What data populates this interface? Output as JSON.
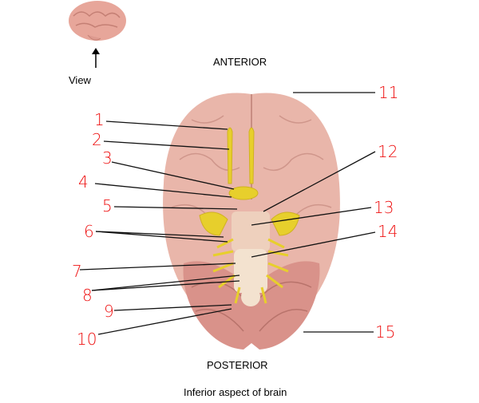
{
  "orientation": {
    "top": "ANTERIOR",
    "bottom": "POSTERIOR"
  },
  "view_label": "View",
  "caption": "Inferior aspect of brain",
  "labels": [
    "1",
    "2",
    "3",
    "4",
    "5",
    "6",
    "7",
    "8",
    "9",
    "10",
    "11",
    "12",
    "13",
    "14",
    "15"
  ],
  "colors": {
    "label": "#ee1111",
    "brain": "#e8b0a4",
    "nerve": "#e8d030",
    "brainstem": "#f0dcc8"
  }
}
